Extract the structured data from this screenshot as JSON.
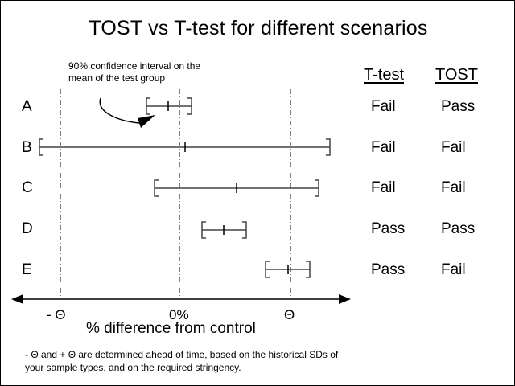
{
  "title": "TOST vs T-test for different scenarios",
  "callout": "90% confidence interval on the mean of the test group",
  "columns": {
    "ttest": "T-test",
    "tost": "TOST"
  },
  "scenarios": [
    {
      "label": "A",
      "ttest": "Fail",
      "tost": "Pass"
    },
    {
      "label": "B",
      "ttest": "Fail",
      "tost": "Fail"
    },
    {
      "label": "C",
      "ttest": "Fail",
      "tost": "Fail"
    },
    {
      "label": "D",
      "ttest": "Pass",
      "tost": "Pass"
    },
    {
      "label": "E",
      "ttest": "Pass",
      "tost": "Fail"
    }
  ],
  "axis": {
    "neg_theta": "- Θ",
    "zero": "0%",
    "pos_theta": "Θ",
    "label": "% difference from control"
  },
  "footnote": "- Θ and + Θ are determined ahead of time, based on the historical SDs of your sample types, and on the required stringency."
}
